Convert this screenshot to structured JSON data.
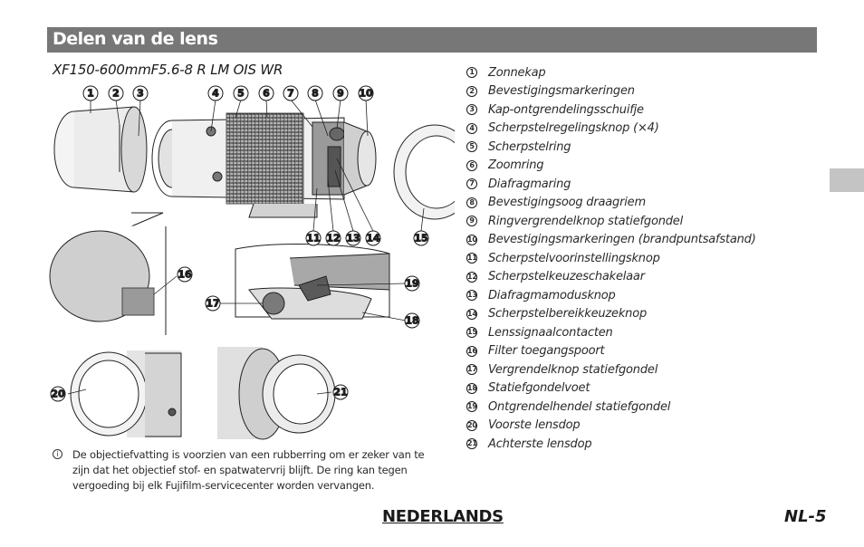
{
  "header": {
    "title": "Delen van de lens"
  },
  "model_name": "XF150-600mmF5.6-8 R LM OIS WR",
  "parts": [
    {
      "number": "1",
      "label": "Zonnekap"
    },
    {
      "number": "2",
      "label": "Bevestigingsmarkeringen"
    },
    {
      "number": "3",
      "label": "Kap-ontgrendelingsschuifje"
    },
    {
      "number": "4",
      "label": "Scherpstelregelingsknop (×4)"
    },
    {
      "number": "5",
      "label": "Scherpstelring"
    },
    {
      "number": "6",
      "label": "Zoomring"
    },
    {
      "number": "7",
      "label": "Diafragmaring"
    },
    {
      "number": "8",
      "label": "Bevestigingsoog draagriem"
    },
    {
      "number": "9",
      "label": "Ringvergrendelknop statiefgondel"
    },
    {
      "number": "10",
      "label": "Bevestigingsmarkeringen (brandpuntsafstand)"
    },
    {
      "number": "11",
      "label": "Scherpstelvoorinstellingsknop"
    },
    {
      "number": "12",
      "label": "Scherpstelkeuzeschakelaar"
    },
    {
      "number": "13",
      "label": "Diafragmamodusknop"
    },
    {
      "number": "14",
      "label": "Scherpstelbereikkeuzeknop"
    },
    {
      "number": "15",
      "label": "Lenssignaalcontacten"
    },
    {
      "number": "16",
      "label": "Filter toegangspoort"
    },
    {
      "number": "17",
      "label": "Vergrendelknop statiefgondel"
    },
    {
      "number": "18",
      "label": "Statiefgondelvoet"
    },
    {
      "number": "19",
      "label": "Ontgrendelhendel statiefgondel"
    },
    {
      "number": "20",
      "label": "Voorste lensdop"
    },
    {
      "number": "21",
      "label": "Achterste lensdop"
    }
  ],
  "note": {
    "icon": "info-icon",
    "text": "De objectiefvatting is voorzien van een rubberring om er zeker van te zijn dat het objectief stof- en spatwatervrij blijft. De ring kan tegen vergoeding bij elk Fujifilm-servicecenter worden vervangen."
  },
  "footer": {
    "language": "NEDERLANDS",
    "page": "NL-5"
  },
  "colors": {
    "header_bg": "#777777",
    "side_tab": "#c4c4c4"
  }
}
